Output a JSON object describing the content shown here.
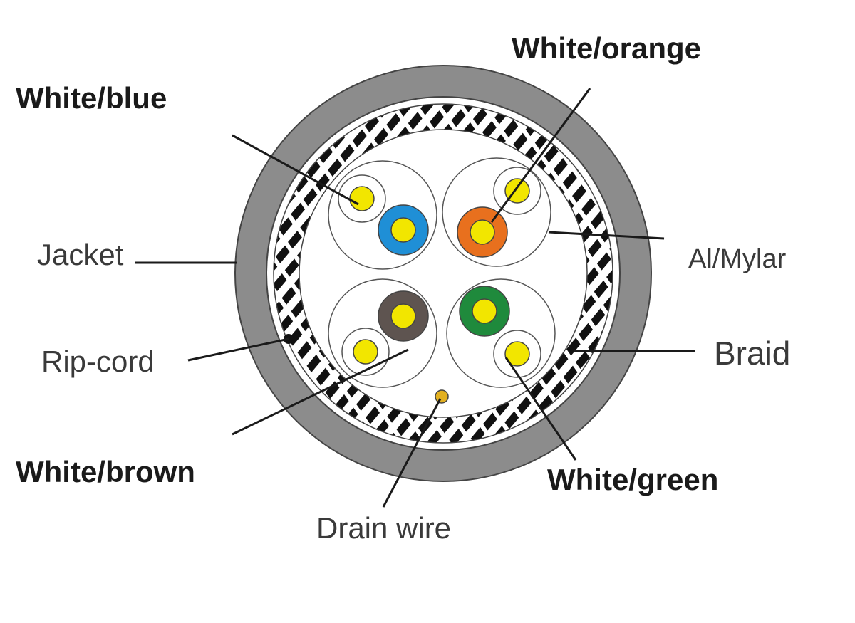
{
  "labels": {
    "white_blue": "White/blue",
    "white_orange": "White/orange",
    "jacket": "Jacket",
    "al_mylar": "Al/Mylar",
    "rip_cord": "Rip-cord",
    "braid": "Braid",
    "white_brown": "White/brown",
    "white_green": "White/green",
    "drain_wire": "Drain wire"
  },
  "colors": {
    "jacket": "#8c8c8c",
    "braid_dark": "#111111",
    "conductor": "#f2e600",
    "blue": "#1f8fd6",
    "orange": "#e8701e",
    "brown": "#5e5450",
    "green": "#1f8a3c",
    "drain": "#e2b020"
  }
}
